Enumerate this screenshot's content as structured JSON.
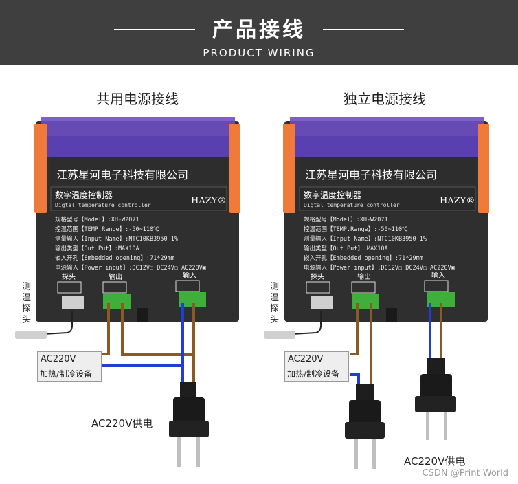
{
  "banner": {
    "title": "产品接线",
    "subtitle": "PRODUCT WIRING"
  },
  "panels": [
    {
      "title": "共用电源接线",
      "company": "江苏星河电子科技有限公司",
      "product_cn": "数字温度控制器",
      "product_en": "Digtal temperature controller",
      "brand": "HAZY®",
      "specs": [
        "规格型号【Model】:XH-W2071",
        "控温范围【TEMP.Range】:-50~110℃",
        "测量输入【Input Name】:NTC10KB3950 1%",
        "输出类型【Out Put】:MAX10A",
        "嵌入开孔【Embedded opening】:71*29mm",
        "电源输入【Power input】:DC12V☐ DC24V☐ AC220V▣"
      ],
      "terminals": [
        "探头",
        "输出",
        "输入"
      ],
      "probe_label": "测温探头",
      "load_line1": "AC220V",
      "load_line2": "加热/制冷设备",
      "power_label": "AC220V供电"
    },
    {
      "title": "独立电源接线",
      "company": "江苏星河电子科技有限公司",
      "product_cn": "数字温度控制器",
      "product_en": "Digtal temperature controller",
      "brand": "HAZY®",
      "specs": [
        "规格型号【Model】:XH-W2071",
        "控温范围【TEMP.Range】:-50~110℃",
        "测量输入【Input Name】:NTC10KB3950 1%",
        "输出类型【Out Put】:MAX10A",
        "嵌入开孔【Embedded opening】:71*29mm",
        "电源输入【Power input】:DC12V☐ DC24V☐ AC220V▣"
      ],
      "terminals": [
        "探头",
        "输出",
        "输入"
      ],
      "probe_label": "测温探头",
      "load_line1": "AC220V",
      "load_line2": "加热/制冷设备",
      "power_label": "AC220V供电"
    }
  ],
  "watermark": "CSDN @Print World",
  "colors": {
    "banner_bg": "#3f3f3f",
    "device_body": "#333333",
    "lid_purple": "#6b4fc2",
    "clip_orange": "#f07a3a",
    "terminal_green": "#3fae3a",
    "wire_brown": "#8a5a26",
    "wire_blue": "#1d3fd8"
  }
}
